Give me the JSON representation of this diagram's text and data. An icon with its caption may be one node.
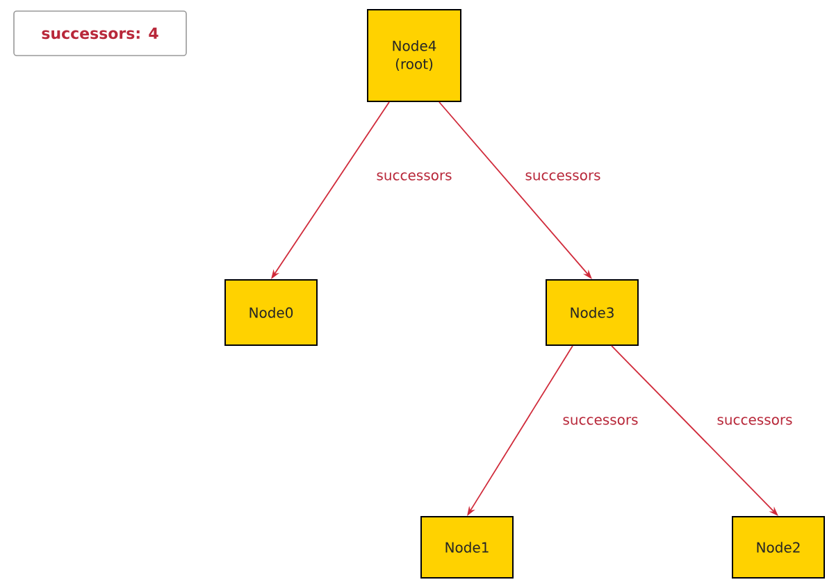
{
  "diagram": {
    "nodes": [
      {
        "text": [
          "successors: 4"
        ]
      },
      {
        "text": [
          "Node4 (root)"
        ]
      },
      {
        "text": [
          "Node0"
        ]
      },
      {
        "text": [
          "Node3"
        ]
      },
      {
        "text": [
          "Node1"
        ]
      },
      {
        "text": [
          "Node2"
        ]
      }
    ],
    "edges": [
      {
        "from": 1,
        "to": 2,
        "arrow": "to",
        "label": "successors"
      },
      {
        "from": 1,
        "to": 3,
        "arrow": "to",
        "label": "successors"
      },
      {
        "from": 3,
        "to": 4,
        "arrow": "to",
        "label": "successors"
      },
      {
        "from": 3,
        "to": 5,
        "arrow": "to",
        "label": "successors"
      }
    ]
  }
}
